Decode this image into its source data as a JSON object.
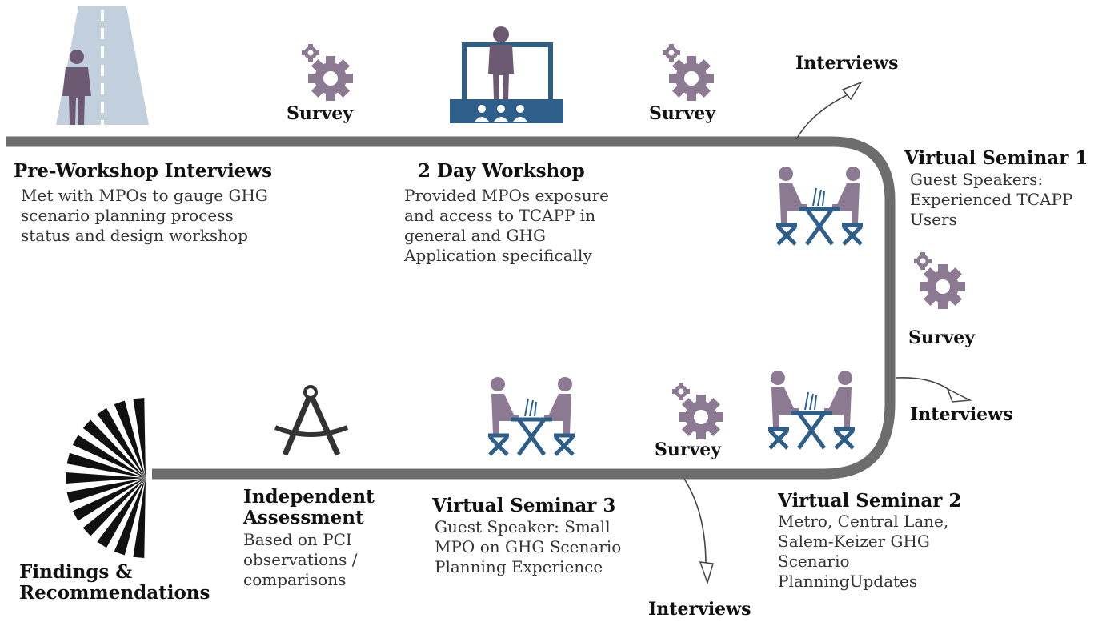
{
  "colors": {
    "path": "#6d6d6d",
    "purple": "#8c7a92",
    "purple_dark": "#6c5a72",
    "navy": "#2e5f8a",
    "road": "#c2cfdc"
  },
  "icons": [
    "road-icon",
    "person-icon",
    "gear-icon",
    "presenter-icon",
    "meeting-table-icon",
    "compass-icon",
    "fan-icon",
    "arrow-icon"
  ],
  "labels": {
    "survey": "Survey",
    "interviews": "Interviews"
  },
  "stages": {
    "pre_workshop": {
      "title": "Pre-Workshop Interviews",
      "desc": [
        "Met with MPOs to gauge GHG",
        "scenario planning process",
        "status and design workshop"
      ]
    },
    "workshop": {
      "title": "2 Day Workshop",
      "desc": [
        "Provided MPOs exposure",
        "and access to TCAPP in",
        "general and GHG",
        "Application specifically"
      ]
    },
    "seminar1": {
      "title": "Virtual Seminar 1",
      "desc": [
        "Guest Speakers:",
        "Experienced TCAPP",
        "Users"
      ]
    },
    "seminar2": {
      "title": "Virtual Seminar 2",
      "desc": [
        "Metro, Central Lane,",
        "Salem-Keizer GHG",
        "Scenario",
        "PlanningUpdates"
      ]
    },
    "seminar3": {
      "title": "Virtual Seminar 3",
      "desc": [
        "Guest Speaker: Small",
        "MPO on GHG Scenario",
        "Planning Experience"
      ]
    },
    "assessment": {
      "title": [
        "Independent",
        "Assessment"
      ],
      "desc": [
        "Based on PCI",
        "observations /",
        "comparisons"
      ]
    },
    "findings": {
      "title": [
        "Findings &",
        "Recommendations"
      ]
    }
  }
}
